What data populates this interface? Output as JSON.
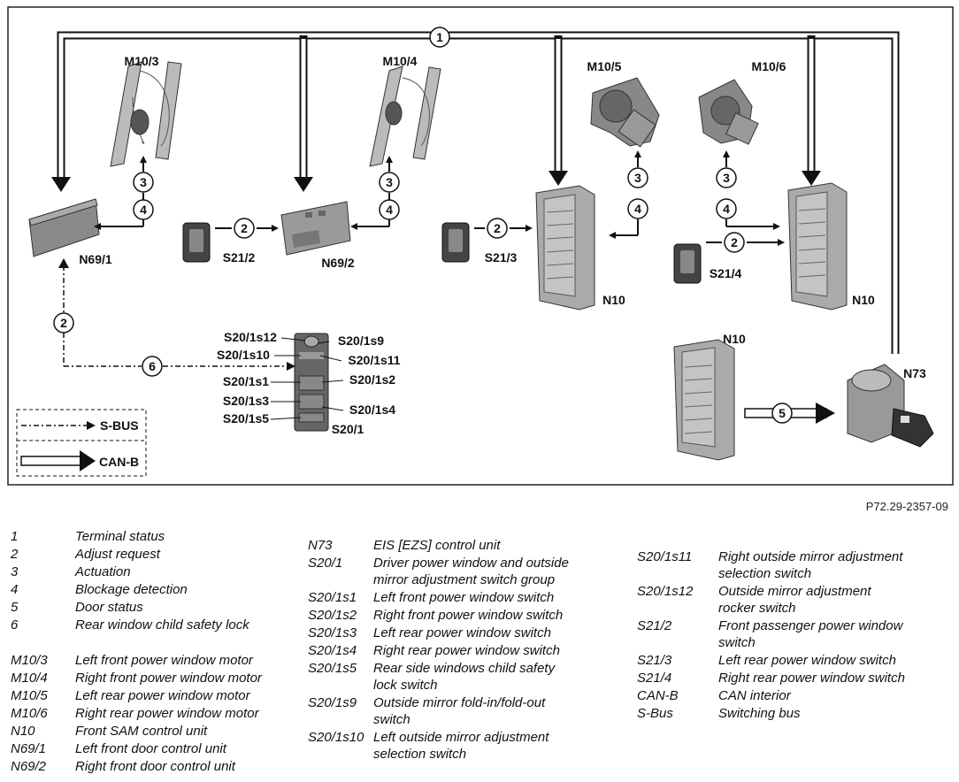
{
  "figure_code": "P72.29-2357-09",
  "components": {
    "M10_3": "M10/3",
    "M10_4": "M10/4",
    "M10_5": "M10/5",
    "M10_6": "M10/6",
    "N69_1": "N69/1",
    "N69_2": "N69/2",
    "S21_2": "S21/2",
    "S21_3": "S21/3",
    "S21_4": "S21/4",
    "N10": "N10",
    "N73": "N73",
    "S20_1": "S20/1",
    "S20_1s12": "S20/1s12",
    "S20_1s9": "S20/1s9",
    "S20_1s10": "S20/1s10",
    "S20_1s11": "S20/1s11",
    "S20_1s1": "S20/1s1",
    "S20_1s2": "S20/1s2",
    "S20_1s3": "S20/1s3",
    "S20_1s4": "S20/1s4",
    "S20_1s5": "S20/1s5"
  },
  "signals": [
    "1",
    "2",
    "3",
    "4",
    "5",
    "6"
  ],
  "inset_legend": {
    "sbus": "S-BUS",
    "canb": "CAN-B"
  },
  "legend_col1": [
    {
      "key": "1",
      "desc": "Terminal status"
    },
    {
      "key": "2",
      "desc": "Adjust request"
    },
    {
      "key": "3",
      "desc": "Actuation"
    },
    {
      "key": "4",
      "desc": "Blockage detection"
    },
    {
      "key": "5",
      "desc": "Door status"
    },
    {
      "key": "6",
      "desc": "Rear window child safety lock"
    },
    {
      "key": "M10/3",
      "desc": "Left front power window motor"
    },
    {
      "key": "M10/4",
      "desc": "Right front power window motor"
    },
    {
      "key": "M10/5",
      "desc": "Left rear power window motor"
    },
    {
      "key": "M10/6",
      "desc": "Right rear power window motor"
    },
    {
      "key": "N10",
      "desc": "Front SAM control unit"
    },
    {
      "key": "N69/1",
      "desc": "Left front door control unit"
    },
    {
      "key": "N69/2",
      "desc": "Right front door control unit"
    }
  ],
  "legend_col2": [
    {
      "key": "N73",
      "desc": "EIS [EZS] control unit"
    },
    {
      "key": "S20/1",
      "desc": "Driver power window and outside",
      "desc2": "mirror adjustment switch group"
    },
    {
      "key": "S20/1s1",
      "desc": "Left front power window switch"
    },
    {
      "key": "S20/1s2",
      "desc": "Right front power window switch"
    },
    {
      "key": "S20/1s3",
      "desc": "Left rear power window switch"
    },
    {
      "key": "S20/1s4",
      "desc": "Right rear power window switch"
    },
    {
      "key": "S20/1s5",
      "desc": "Rear side windows child safety",
      "desc2": "lock switch"
    },
    {
      "key": "S20/1s9",
      "desc": "Outside mirror fold-in/fold-out",
      "desc2": "switch"
    },
    {
      "key": "S20/1s10",
      "desc": "Left outside mirror adjustment",
      "desc2": "selection switch"
    }
  ],
  "legend_col3": [
    {
      "key": "S20/1s11",
      "desc": "Right outside mirror adjustment",
      "desc2": "selection switch"
    },
    {
      "key": "S20/1s12",
      "desc": "Outside mirror adjustment",
      "desc2": "rocker switch"
    },
    {
      "key": "S21/2",
      "desc": "Front passenger power window",
      "desc2": "switch"
    },
    {
      "key": "S21/3",
      "desc": "Left rear power window switch"
    },
    {
      "key": "S21/4",
      "desc": "Right rear power window switch"
    },
    {
      "key": "CAN-B",
      "desc": "CAN interior"
    },
    {
      "key": "S-Bus",
      "desc": "Switching bus"
    }
  ]
}
